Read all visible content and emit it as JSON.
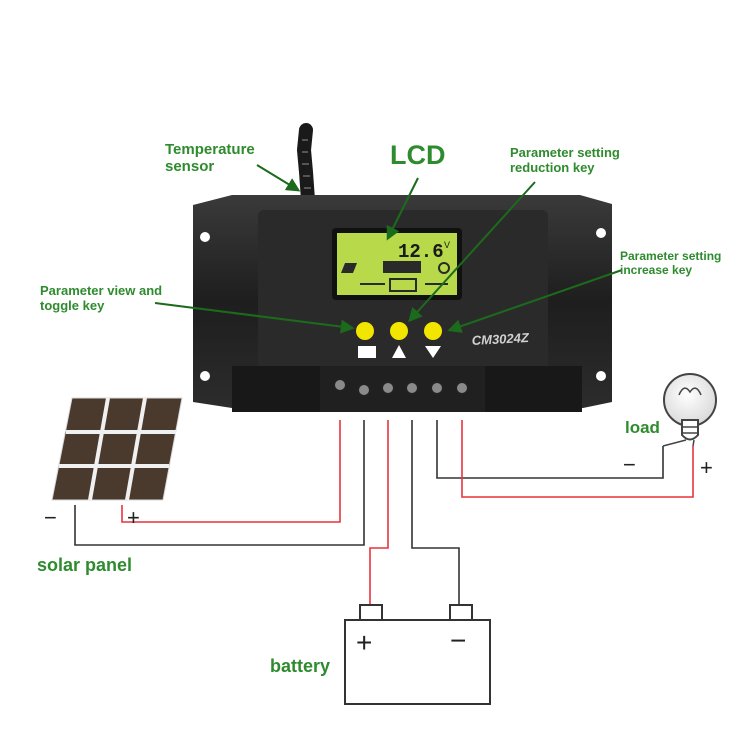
{
  "labels": {
    "temperature_sensor": [
      "Temperature",
      "sensor"
    ],
    "lcd": "LCD",
    "reduction_key": [
      "Parameter setting",
      "reduction key"
    ],
    "increase_key": [
      "Parameter setting",
      "increase key"
    ],
    "view_toggle_key": [
      "Parameter view and",
      "toggle key"
    ],
    "load": "load",
    "solar_panel": "solar panel",
    "battery": "battery"
  },
  "device": {
    "model": "CM3024Z",
    "lcd_reading": "12.6",
    "lcd_unit": "V"
  },
  "symbols": {
    "minus": "−",
    "plus": "+"
  },
  "colors": {
    "label_green": "#2e8b2e",
    "wire_red": "#e8343c",
    "wire_black": "#333333",
    "lcd_green": "#b7d94a",
    "key_yellow": "#f2e500",
    "device_body": "#1e1e1e"
  }
}
